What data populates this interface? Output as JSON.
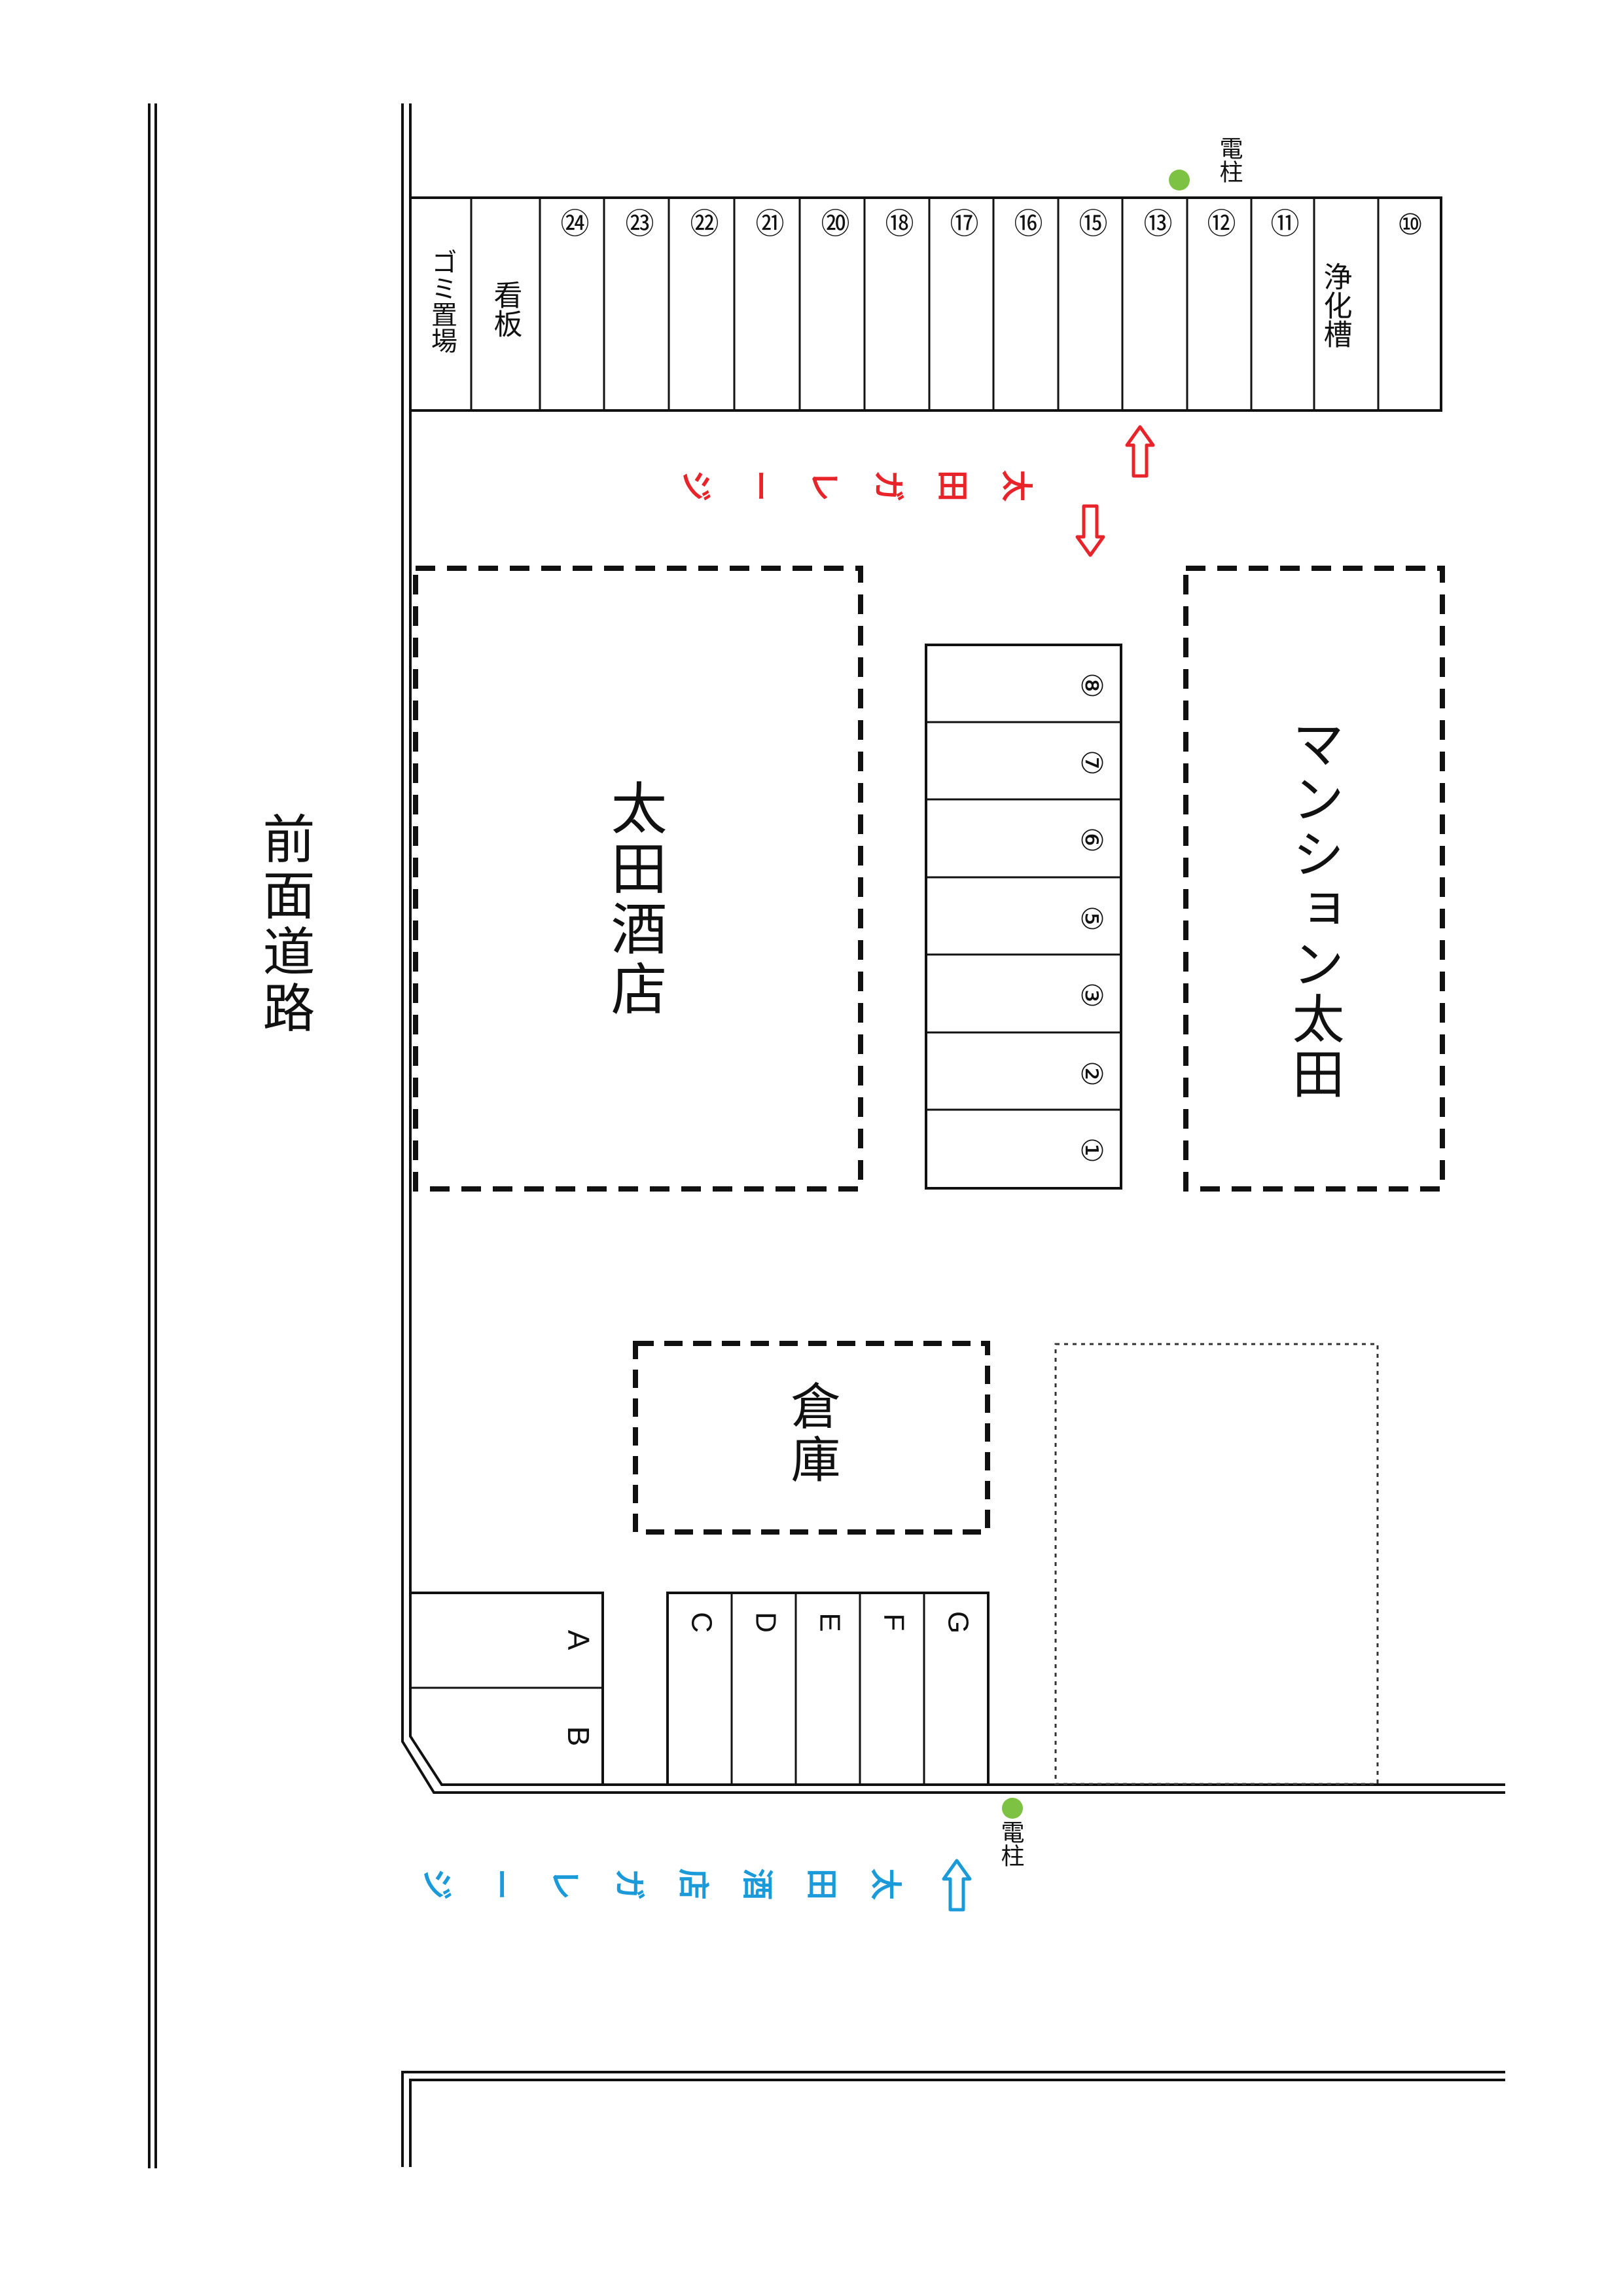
{
  "road": {
    "label": "前面道路"
  },
  "top_row": {
    "slots": [
      "⑩",
      "⑪",
      "⑫",
      "⑬",
      "⑮",
      "⑯",
      "⑰",
      "⑱",
      "⑳",
      "㉑",
      "㉒",
      "㉓",
      "㉔"
    ],
    "septic_tank": "浄化槽",
    "signboard": "看板",
    "trash_area": "ゴミ置場"
  },
  "pole": {
    "label": "電柱",
    "color": "#7dc242"
  },
  "center_row": {
    "slots": [
      "⑧",
      "⑦",
      "⑥",
      "⑤",
      "③",
      "②",
      "①"
    ]
  },
  "buildings": {
    "ota_liquor": "太田酒店",
    "mansion": "マンション太田",
    "warehouse": "倉庫"
  },
  "lower_slots": {
    "left": [
      "A",
      "B"
    ],
    "right": [
      "C",
      "D",
      "E",
      "F",
      "G"
    ]
  },
  "ota_garage": {
    "label": "太田ガレージ",
    "color": "#e8232a"
  },
  "ota_liquor_garage": {
    "label": "太田酒店ガレージ",
    "color": "#1a9ad9"
  }
}
